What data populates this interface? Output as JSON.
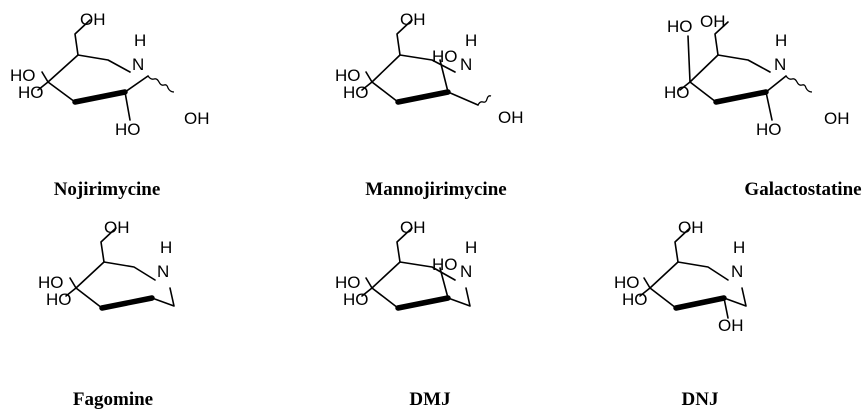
{
  "compounds": [
    {
      "name": "Nojirimycine",
      "labels": [
        "OH",
        "H",
        "N",
        "HO",
        "HO",
        "HO",
        "OH"
      ]
    },
    {
      "name": "Mannojirimycine",
      "labels": [
        "OH",
        "H",
        "HO",
        "N",
        "HO",
        "HO",
        "OH"
      ]
    },
    {
      "name": "Galactostatine",
      "labels": [
        "HO",
        "OH",
        "H",
        "N",
        "HO",
        "HO",
        "OH"
      ]
    },
    {
      "name": "Fagomine",
      "labels": [
        "OH",
        "H",
        "N",
        "HO",
        "HO"
      ]
    },
    {
      "name": "DMJ",
      "labels": [
        "OH",
        "H",
        "HO",
        "N",
        "HO",
        "HO"
      ]
    },
    {
      "name": "DNJ",
      "labels": [
        "OH",
        "H",
        "N",
        "HO",
        "HO",
        "OH"
      ]
    }
  ]
}
